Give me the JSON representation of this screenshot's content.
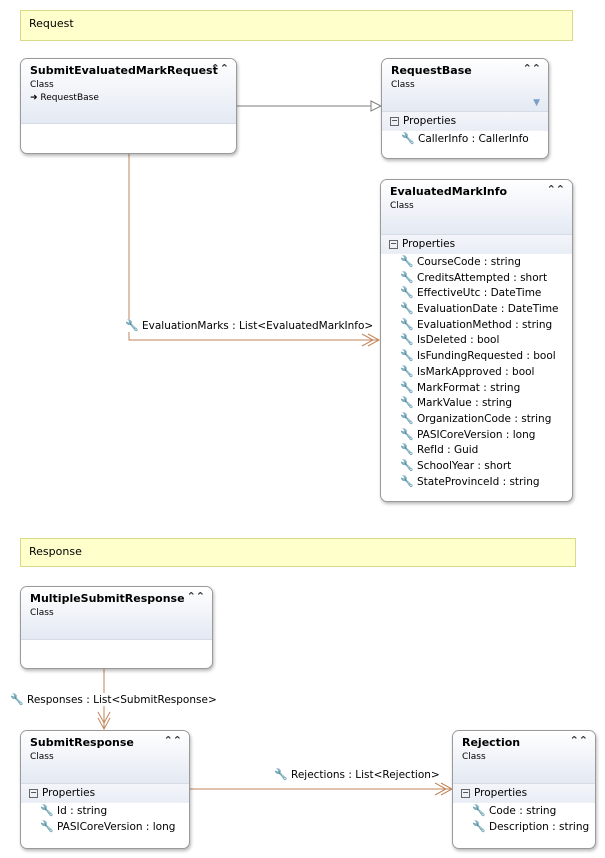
{
  "sections": {
    "request": "Request",
    "response": "Response"
  },
  "icons": {
    "property": "wrench-icon",
    "collapse": "double-chevron-up-icon",
    "filter": "filter-icon",
    "group": "minus-box-icon"
  },
  "colors": {
    "connector": "#c0855a",
    "section_bg": "#ffffcc"
  },
  "classes": {
    "submitEvaluatedMarkRequest": {
      "name": "SubmitEvaluatedMarkRequest",
      "kind": "Class",
      "base": "RequestBase"
    },
    "requestBase": {
      "name": "RequestBase",
      "kind": "Class",
      "group": "Properties",
      "properties": [
        "CallerInfo : CallerInfo"
      ]
    },
    "evaluatedMarkInfo": {
      "name": "EvaluatedMarkInfo",
      "kind": "Class",
      "group": "Properties",
      "properties": [
        "CourseCode : string",
        "CreditsAttempted : short",
        "EffectiveUtc : DateTime",
        "EvaluationDate : DateTime",
        "EvaluationMethod : string",
        "IsDeleted : bool",
        "IsFundingRequested : bool",
        "IsMarkApproved : bool",
        "MarkFormat : string",
        "MarkValue : string",
        "OrganizationCode : string",
        "PASICoreVersion : long",
        "RefId : Guid",
        "SchoolYear : short",
        "StateProvinceId : string"
      ]
    },
    "multipleSubmitResponse": {
      "name": "MultipleSubmitResponse",
      "kind": "Class"
    },
    "submitResponse": {
      "name": "SubmitResponse",
      "kind": "Class",
      "group": "Properties",
      "properties": [
        "Id : string",
        "PASICoreVersion : long"
      ]
    },
    "rejection": {
      "name": "Rejection",
      "kind": "Class",
      "group": "Properties",
      "properties": [
        "Code : string",
        "Description : string"
      ]
    }
  },
  "associations": {
    "evaluationMarks": "EvaluationMarks : List<EvaluatedMarkInfo>",
    "responses": "Responses : List<SubmitResponse>",
    "rejections": "Rejections : List<Rejection>"
  }
}
